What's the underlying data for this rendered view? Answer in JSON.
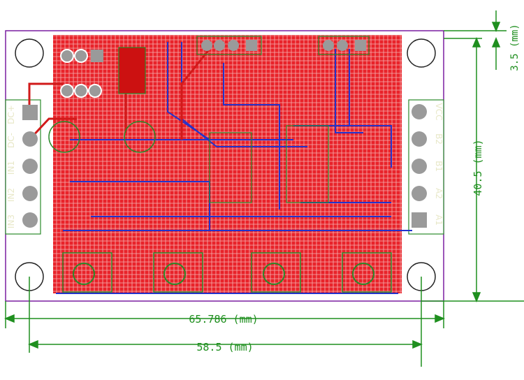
{
  "colors": {
    "background": "#ffffff",
    "board_outline": "#7a1fa0",
    "copper_fill": "#e8232a",
    "bottom_trace": "#2233cc",
    "silkscreen": "#e0e0b8",
    "dimension": "#1f8f1f",
    "pad": "#9a9a9a",
    "hole_outline": "#222222"
  },
  "dimensions": {
    "width_outer": "65.786 (mm)",
    "width_holes": "58.5 (mm)",
    "height": "40.5 (mm)",
    "edge_offset": "3.5 (mm)"
  },
  "left_header": {
    "labels": [
      "DC+",
      "DC-",
      "IN1",
      "IN2",
      "IN3"
    ]
  },
  "right_header": {
    "labels": [
      "VCC",
      "B2",
      "B1",
      "A2",
      "A1"
    ]
  }
}
